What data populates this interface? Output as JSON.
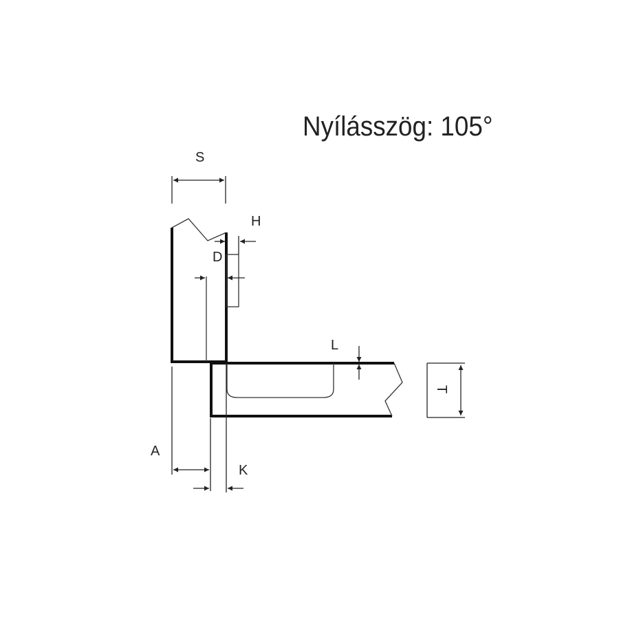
{
  "title": "Nyílásszög: 105°",
  "labels": {
    "s": "S",
    "h": "H",
    "d": "D",
    "l": "L",
    "t": "T",
    "a": "A",
    "k": "K"
  }
}
